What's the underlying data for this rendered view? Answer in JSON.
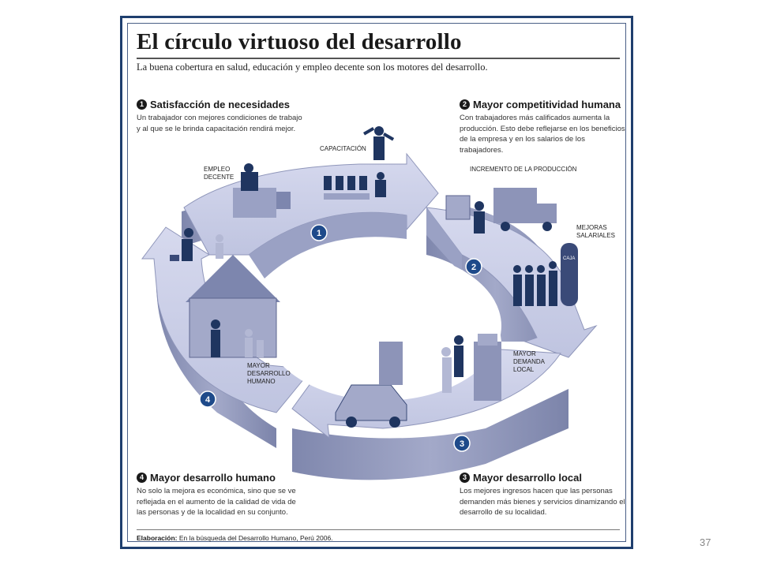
{
  "title": "El círculo virtuoso del desarrollo",
  "subtitle": "La buena cobertura en salud, educación y empleo decente son los motores del desarrollo.",
  "steps": [
    {
      "num": "1",
      "heading": "Satisfacción de necesidades",
      "text": "Un trabajador con mejores condiciones de trabajo y al que se le brinda capacitación rendirá mejor."
    },
    {
      "num": "2",
      "heading": "Mayor competitividad humana",
      "text": "Con trabajadores más calificados aumenta la producción. Esto debe reflejarse en los beneficios de la empresa y en los salarios de los trabajadores."
    },
    {
      "num": "3",
      "heading": "Mayor desarrollo local",
      "text": "Los mejores ingresos hacen que las personas demanden más bienes y servicios dinamizando el desarrollo de su localidad."
    },
    {
      "num": "4",
      "heading": "Mayor desarrollo humano",
      "text": "No solo la mejora es económica, sino que se ve reflejada en el aumento de la calidad de vida de las personas y de la localidad en su conjunto."
    }
  ],
  "labels": {
    "empleo_1": "EMPLEO",
    "empleo_2": "DECENTE",
    "capacitacion": "CAPACITACIÓN",
    "incremento": "INCREMENTO DE LA PRODUCCIÓN",
    "mejoras_1": "MEJORAS",
    "mejoras_2": "SALARIALES",
    "caja": "CAJA",
    "demanda_1": "MAYOR",
    "demanda_2": "DEMANDA",
    "demanda_3": "LOCAL",
    "humano_1": "MAYOR",
    "humano_2": "DESARROLLO",
    "humano_3": "HUMANO"
  },
  "ring_numbers": [
    "1",
    "2",
    "3",
    "4"
  ],
  "credit": {
    "label": "Elaboración:",
    "text": "En la búsqueda del Desarrollo Humano, Perú 2006."
  },
  "page_number": "37",
  "colors": {
    "frame": "#1f3f6e",
    "ring_top": "#c9cde6",
    "ring_side": "#8d94b8",
    "figures": "#1f3560"
  }
}
